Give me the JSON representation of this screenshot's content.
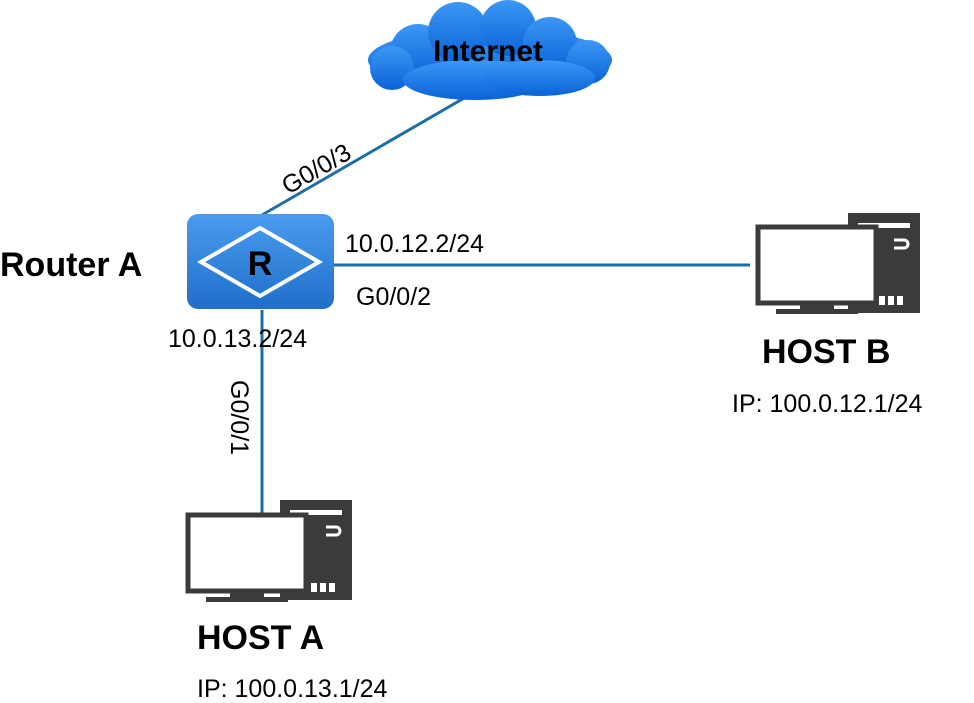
{
  "cloud": {
    "label": "Internet"
  },
  "router": {
    "name": "Router A",
    "glyph": "R"
  },
  "links": {
    "internet": {
      "port": "G0/0/3"
    },
    "host_b": {
      "port": "G0/0/2",
      "ip": "10.0.12.2/24"
    },
    "host_a": {
      "port": "G0/0/1",
      "ip": "10.0.13.2/24"
    }
  },
  "hosts": {
    "host_a": {
      "name": "HOST A",
      "ip": "IP: 100.0.13.1/24"
    },
    "host_b": {
      "name": "HOST B",
      "ip": "IP: 100.0.12.1/24"
    }
  },
  "colors": {
    "link": "#1c6fa6",
    "router_fill": "#2e86de",
    "cloud_fill": "#1e7be6",
    "host_dark": "#3b3b3b"
  }
}
